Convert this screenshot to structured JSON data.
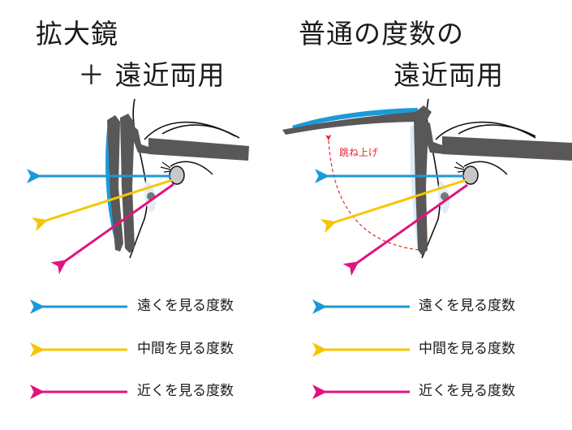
{
  "colors": {
    "far": "#1a9ad9",
    "middle": "#f7c500",
    "near": "#e0147f",
    "frame": "#595757",
    "flip_arrow": "#e0262e"
  },
  "left_panel": {
    "title_line1": "拡大鏡",
    "title_line2": "＋ 遠近両用",
    "legend": [
      {
        "key": "far",
        "label": "遠くを見る度数"
      },
      {
        "key": "middle",
        "label": "中間を見る度数"
      },
      {
        "key": "near",
        "label": "近くを見る度数"
      }
    ]
  },
  "right_panel": {
    "title_line1": "普通の度数の",
    "title_line2": "遠近両用",
    "flip_up_label": "跳ね上げ",
    "legend": [
      {
        "key": "far",
        "label": "遠くを見る度数"
      },
      {
        "key": "middle",
        "label": "中間を見る度数"
      },
      {
        "key": "near",
        "label": "近くを見る度数"
      }
    ]
  }
}
